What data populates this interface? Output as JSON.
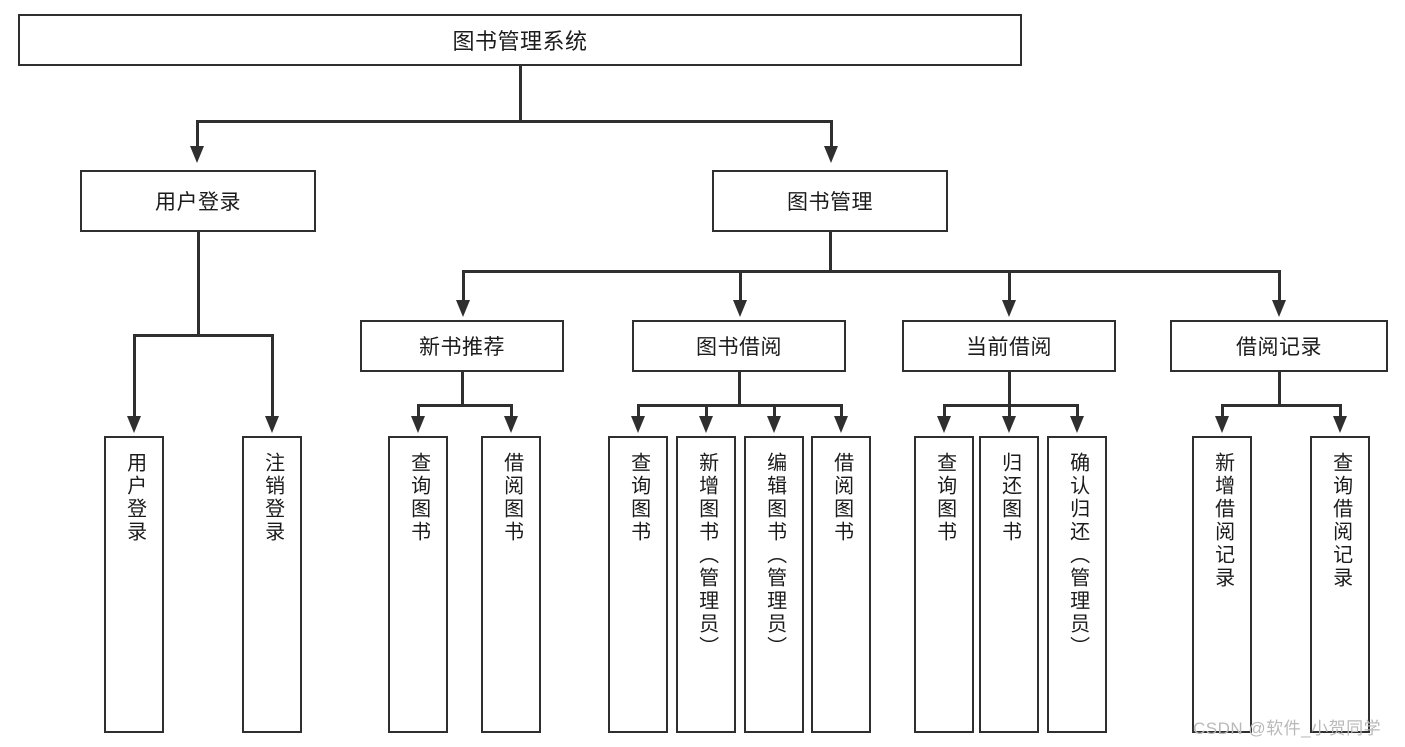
{
  "diagram": {
    "title": "图书管理系统",
    "watermark": "CSDN @软件_小贺同学",
    "type": "tree-hierarchy-diagram",
    "levels": {
      "root": {
        "label": "图书管理系统"
      },
      "level2": [
        {
          "label": "用户登录"
        },
        {
          "label": "图书管理"
        }
      ],
      "level3": [
        {
          "label": "新书推荐"
        },
        {
          "label": "图书借阅"
        },
        {
          "label": "当前借阅"
        },
        {
          "label": "借阅记录"
        }
      ],
      "leaves": {
        "user_login": [
          {
            "label": "用户登录"
          },
          {
            "label": "注销登录"
          }
        ],
        "new_book_recommend": [
          {
            "label": "查询图书"
          },
          {
            "label": "借阅图书"
          }
        ],
        "book_borrow": [
          {
            "label": "查询图书"
          },
          {
            "label": "新增图书（管理员）"
          },
          {
            "label": "编辑图书（管理员）"
          },
          {
            "label": "借阅图书"
          }
        ],
        "current_borrow": [
          {
            "label": "查询图书"
          },
          {
            "label": "归还图书"
          },
          {
            "label": "确认归还（管理员）"
          }
        ],
        "borrow_record": [
          {
            "label": "新增借阅记录"
          },
          {
            "label": "查询借阅记录"
          }
        ]
      }
    },
    "colors": {
      "stroke": "#2f2f2f",
      "fill": "#ffffff",
      "text": "#1b1b1b",
      "watermark": "#b9b9b9"
    }
  }
}
